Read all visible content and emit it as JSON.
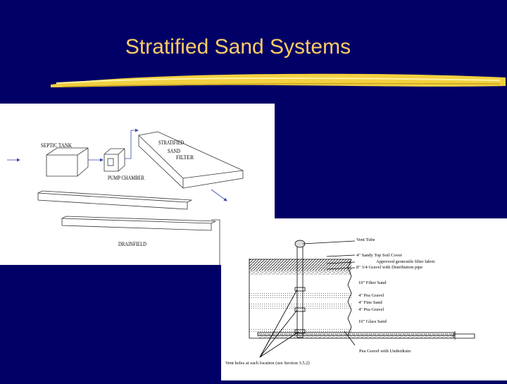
{
  "slide": {
    "title": "Stratified Sand Systems",
    "background": "#000066",
    "title_color": "#ffcc66",
    "accent_color": "#f2d040"
  },
  "system_diagram": {
    "septic_tank": "SEPTIC TANK",
    "pump_chamber": "PUMP CHAMBER",
    "filter_line1": "STRATIFIED",
    "filter_line2": "SAND",
    "filter_line3": "FILTER",
    "drainfield": "DRAINFIELD"
  },
  "cross_section": {
    "vent_tube": "Vent Tube",
    "top_soil": "4\" Sandy Top Soil Cover",
    "fabric": "Approved geotextile filter fabric",
    "gravel_pipe": "8\" 3/4 Gravel with Distribution pipe",
    "filter_sand": "10\" Filter Sand",
    "pea_gravel_1": "4\" Pea Gravel",
    "fine_sand": "4\" Fine Sand",
    "pea_gravel_2": "4\" Pea Gravel",
    "glass_sand": "10\" Glass Sand",
    "underdrain": "Pea Gravel with Underdrain",
    "vent_holes": "Vent holes at each location (see Section 3.5.2)"
  }
}
